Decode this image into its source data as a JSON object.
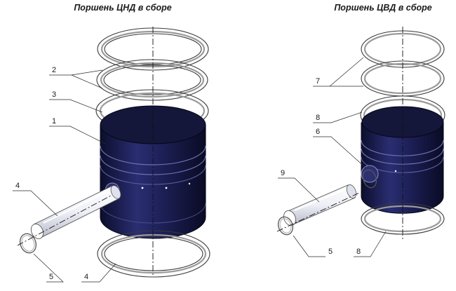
{
  "titles": {
    "left": "Поршень ЦНД в сборе",
    "right": "Поршень ЦВД в сборе"
  },
  "callouts": {
    "left": [
      "2",
      "3",
      "1",
      "4",
      "5",
      "4"
    ],
    "right": [
      "7",
      "8",
      "6",
      "9",
      "5",
      "8"
    ]
  },
  "colors": {
    "piston_body": "#1c1f52",
    "piston_top": "#14163a",
    "ring_stroke": "#3a3a3a",
    "pin": "#f4f5f8"
  }
}
